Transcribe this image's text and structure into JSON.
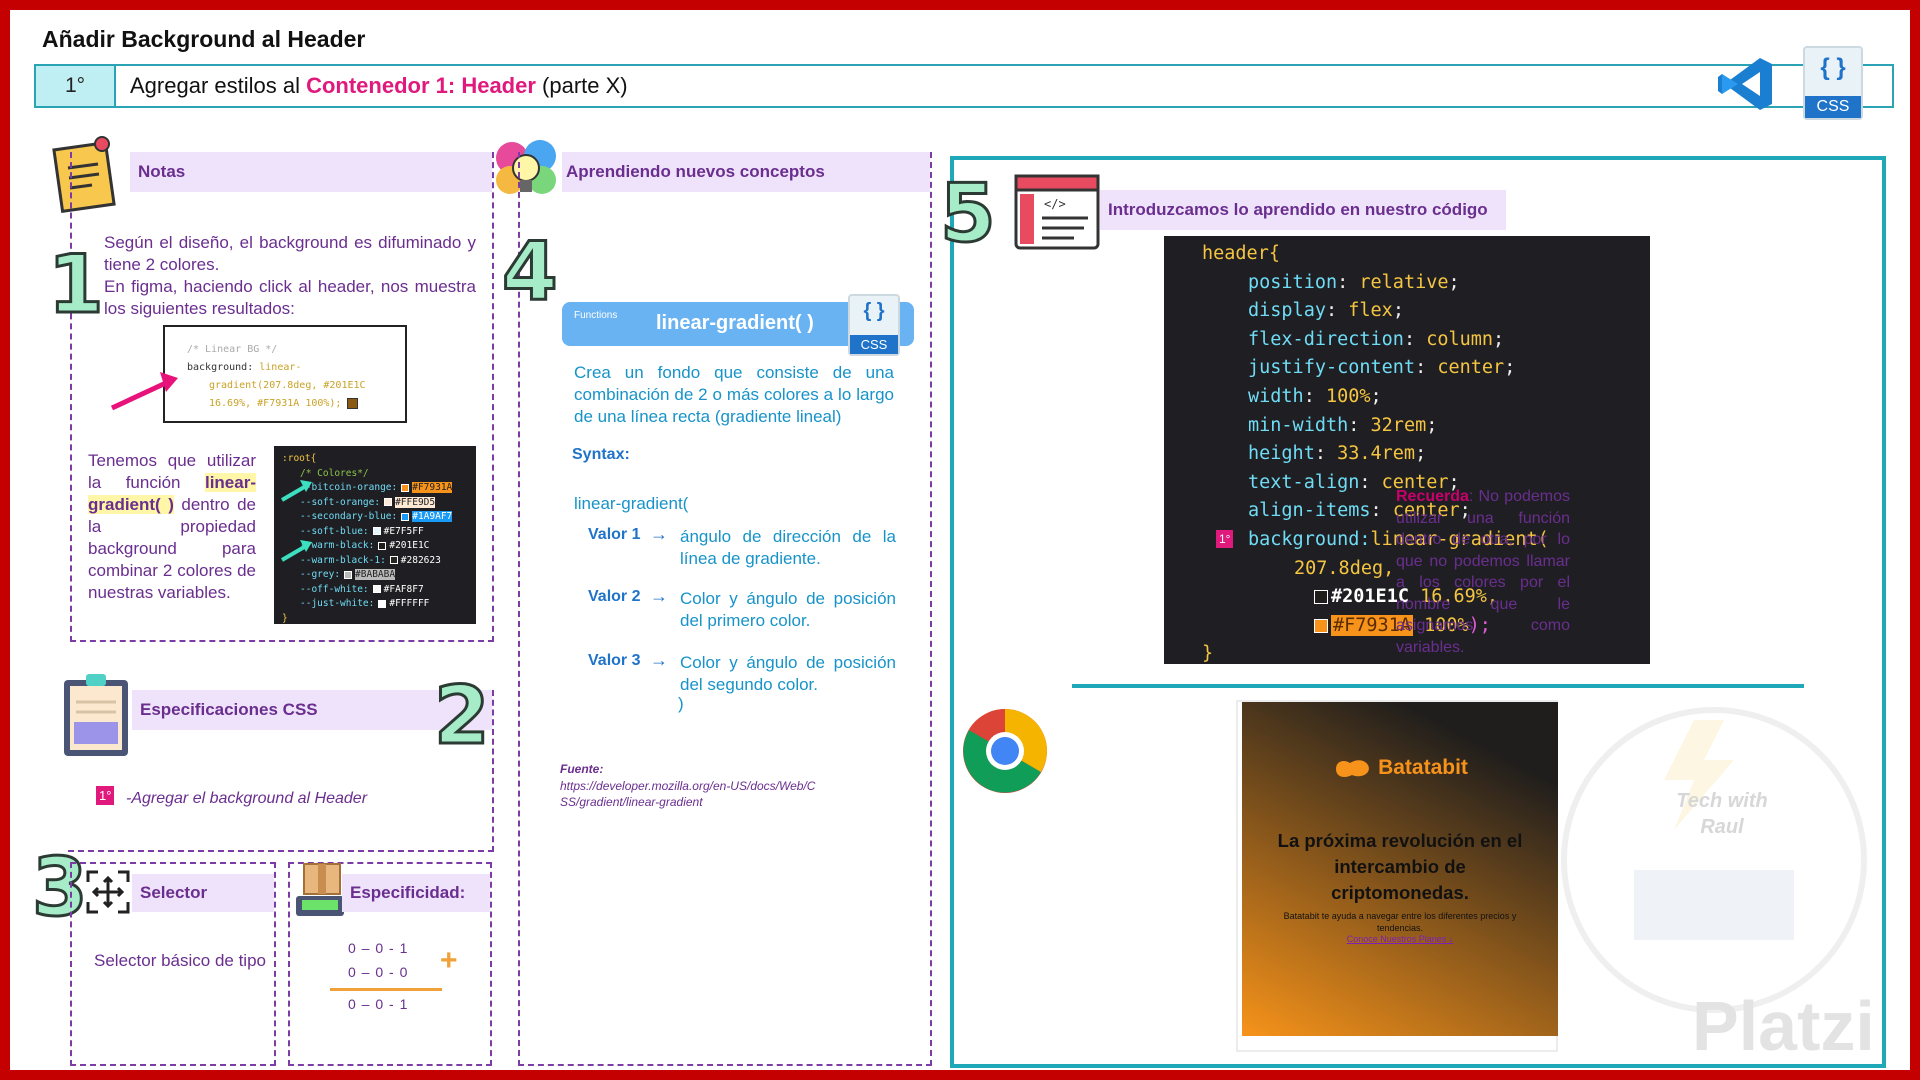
{
  "header": {
    "title": "Añadir Background al Header",
    "step": "1°",
    "subtitle_pre": "Agregar estilos al ",
    "subtitle_highlight": "Contenedor 1: Header",
    "subtitle_post": " (parte X)",
    "css_badge": "CSS"
  },
  "notas": {
    "title": "Notas",
    "number": "1",
    "p1": "Según el diseño, el background es difuminado y tiene 2 colores.",
    "p2": "En figma, haciendo click al header, nos muestra los siguientes resultados:",
    "figma_comment": "/* Linear BG */",
    "figma_line1_prop": "background:",
    "figma_line1_val": "linear-",
    "figma_line2": "gradient(207.8deg, #201E1C",
    "figma_line3": "16.69%, #F7931A 100%);",
    "p3_pre": "Tenemos que utilizar la función ",
    "p3_hl": "linear-gradient( )",
    "p3_post": " dentro de la propiedad background para combinar 2 colores de nuestras variables.",
    "root": {
      "open": ":root{",
      "comment": "/* Colores*/",
      "vars": [
        {
          "name": "--bitcoin-orange:",
          "value": "#F7931A",
          "color": "#F7931A"
        },
        {
          "name": "--soft-orange:",
          "value": "#FFE9D5",
          "color": "#FFE9D5"
        },
        {
          "name": "--secondary-blue:",
          "value": "#1A9AF7",
          "color": "#1A9AF7"
        },
        {
          "name": "--soft-blue:",
          "value": "#E7F5FF",
          "color": "#E7F5FF"
        },
        {
          "name": "--warm-black:",
          "value": "#201E1C",
          "color": "#201E1C"
        },
        {
          "name": "--warm-black-1:",
          "value": "#282623",
          "color": "#282623"
        },
        {
          "name": "--grey:",
          "value": "#BABABA",
          "color": "#BABABA"
        },
        {
          "name": "--off-white:",
          "value": "#FAF8F7",
          "color": "#FAF8F7"
        },
        {
          "name": "--just-white:",
          "value": "#FFFFFF",
          "color": "#FFFFFF"
        }
      ],
      "close": "}"
    }
  },
  "especificaciones": {
    "title": "Especificaciones CSS",
    "number": "2",
    "badge": "1°",
    "item": "-Agregar el background al Header"
  },
  "selector": {
    "number": "3",
    "title": "Selector",
    "text": "Selector básico de tipo"
  },
  "especificidad": {
    "title": "Especificidad:",
    "row1": "0 – 0 - 1",
    "row2": "0 – 0 - 0",
    "result": "0 – 0 - 1",
    "plus": "+"
  },
  "conceptos": {
    "title": "Aprendiendo nuevos conceptos",
    "number": "4",
    "func_tag": "Functions",
    "func_name": "linear-gradient( )",
    "css_badge": "CSS",
    "description": "Crea un fondo que consiste de una combinación de 2 o más colores a lo largo de una línea recta (gradiente lineal)",
    "syntax_label": "Syntax:",
    "syntax_open": "linear-gradient(",
    "values": [
      {
        "label": "Valor 1",
        "text": "ángulo de dirección de la línea de gradiente."
      },
      {
        "label": "Valor 2",
        "text": "Color y ángulo de posición del primero color."
      },
      {
        "label": "Valor 3",
        "text": "Color y ángulo de posición del segundo color."
      }
    ],
    "syntax_close": ")",
    "source_label": "Fuente:",
    "source_url": "https://developer.mozilla.org/en-US/docs/Web/CSS/gradient/linear-gradient"
  },
  "codigo": {
    "number": "5",
    "title": "Introduzcamos lo aprendido en nuestro código",
    "selector": "header{",
    "lines": [
      {
        "prop": "position",
        "value": "relative"
      },
      {
        "prop": "display",
        "value": "flex"
      },
      {
        "prop": "flex-direction",
        "value": "column"
      },
      {
        "prop": "justify-content",
        "value": "center"
      },
      {
        "prop": "width",
        "value": "100%"
      },
      {
        "prop": "min-width",
        "value": "32rem"
      },
      {
        "prop": "height",
        "value": "33.4rem"
      },
      {
        "prop": "text-align",
        "value": "center"
      },
      {
        "prop": "align-items",
        "value": "center"
      }
    ],
    "bg_badge": "1°",
    "bg_prop": "background:",
    "bg_func": "linear-gradient(",
    "bg_arg1": "207.8deg,",
    "bg_color1": "#201E1C",
    "bg_stop1": " 16.69%,",
    "bg_color2": "#F7931A",
    "bg_stop2": " 100%",
    "bg_close": ");",
    "close": "}"
  },
  "recuerda": {
    "label": "Recuerda",
    "text": ": No podemos utilizar una función dentro de otra, por lo que no podemos llamar a los colores por el nombre que le asignamos como variables."
  },
  "preview": {
    "brand": "Batatabit",
    "headline": "La próxima revolución en el intercambio de criptomonedas.",
    "sub": "Batatabit te ayuda a navegar entre los diferentes precios y tendencias.",
    "link": "Conoce Nuestros Planes ↓"
  },
  "watermark": {
    "brand": "Platzi",
    "tag": "Tech with Raul"
  }
}
